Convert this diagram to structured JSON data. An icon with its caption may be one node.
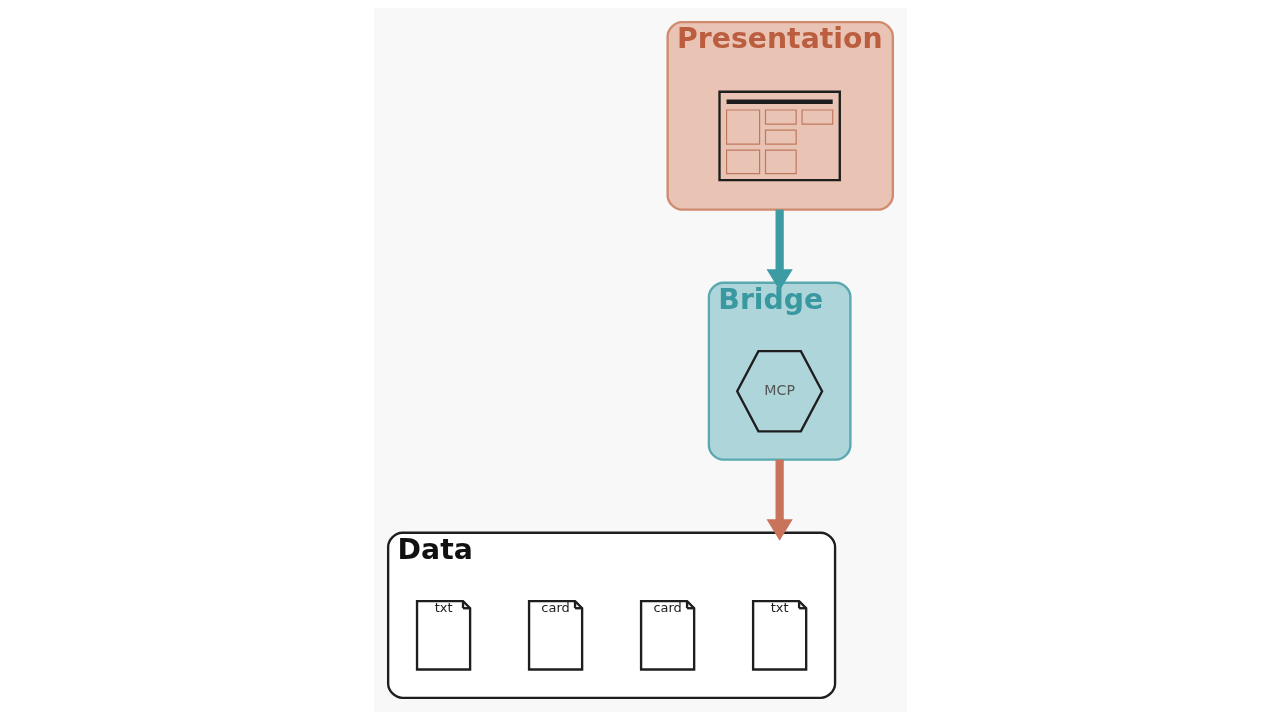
{
  "diagram": {
    "nodes": [
      {
        "text": [
          "Presentation"
        ]
      },
      {
        "text": [],
        "shape": "picture",
        "in": 0
      },
      {
        "text": [
          "Bridge"
        ]
      },
      {
        "text": [
          "MCP"
        ],
        "in": 2
      },
      {
        "text": [
          "Data"
        ]
      },
      {
        "text": [
          "txt"
        ],
        "in": 4
      },
      {
        "text": [
          "card"
        ],
        "in": 4
      },
      {
        "text": [
          "card"
        ],
        "in": 4
      },
      {
        "text": [
          "txt"
        ],
        "in": 4
      }
    ],
    "edges": [
      {
        "from": 0,
        "to": 2,
        "arrow": "to",
        "color": "#3d9ba3"
      },
      {
        "from": 2,
        "to": 4,
        "arrow": "to",
        "color": "#c8735a"
      }
    ]
  }
}
